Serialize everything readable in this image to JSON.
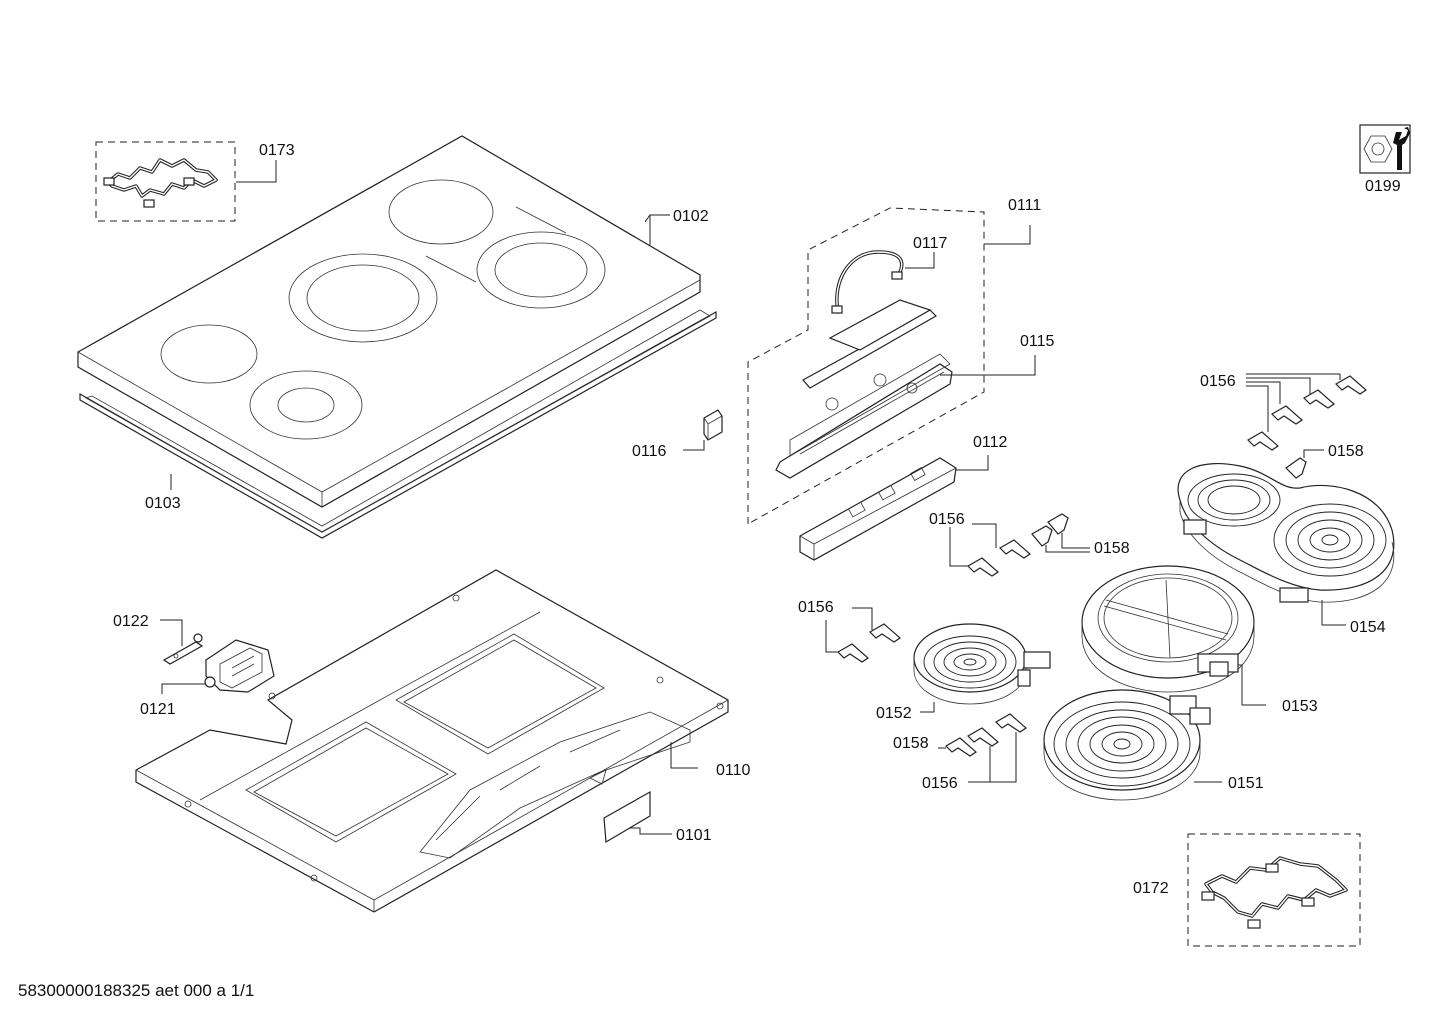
{
  "diagram": {
    "footer_code": "58300000188325 aet 000 a 1/1",
    "parts": {
      "p0173": "0173",
      "p0102": "0102",
      "p0103": "0103",
      "p0111": "0111",
      "p0117": "0117",
      "p0115": "0115",
      "p0116": "0116",
      "p0112": "0112",
      "p0199": "0199",
      "p0156a": "0156",
      "p0158a": "0158",
      "p0156b": "0156",
      "p0158b": "0158",
      "p0154": "0154",
      "p0156c": "0156",
      "p0153": "0153",
      "p0152": "0152",
      "p0158c": "0158",
      "p0156d": "0156",
      "p0151": "0151",
      "p0122": "0122",
      "p0121": "0121",
      "p0110": "0110",
      "p0101": "0101",
      "p0172": "0172"
    },
    "icons": {
      "service_icon": "wrench-nut-icon"
    }
  }
}
